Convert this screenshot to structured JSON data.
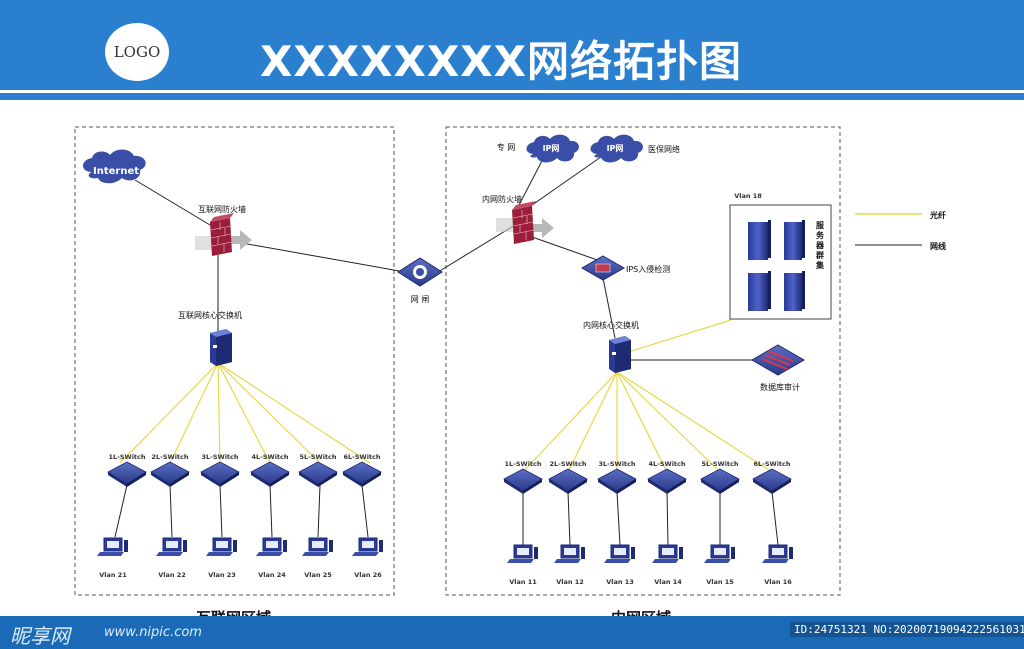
{
  "header": {
    "logo": "LOGO",
    "title": "XXXXXXXX网络拓扑图"
  },
  "regions": {
    "internet_zone": "互联网区域",
    "intranet_zone": "内网区域"
  },
  "legend": {
    "fiber": "光纤",
    "network_cable": "网线",
    "fiber_color": "#e8d84a",
    "cable_color": "#222222"
  },
  "left": {
    "cloud": "Internet",
    "firewall": "互联网防火墙",
    "core_switch": "互联网核心交换机",
    "switches": [
      "1L-SWitch",
      "2L-SWitch",
      "3L-SWitch",
      "4L-SWitch",
      "5L-SWitch",
      "6L-SWitch"
    ],
    "vlans": [
      "Vlan 21",
      "Vlan 22",
      "Vlan 23",
      "Vlan 24",
      "Vlan 25",
      "Vlan 26"
    ]
  },
  "gateway": "网 闸",
  "right": {
    "private_net": "专 网",
    "ip_cloud_1": "IP网",
    "ip_cloud_2": "IP网",
    "medical_net": "医保网络",
    "firewall": "内网防火墙",
    "ips": "IPS入侵检测",
    "core_switch": "内网核心交换机",
    "server_vlan": "Vlan 18",
    "server_cluster": "服务器群集",
    "db_audit": "数据库审计",
    "switches": [
      "1L-SWitch",
      "2L-SWitch",
      "3L-SWitch",
      "4L-SWitch",
      "5L-SWitch",
      "6L-SWitch"
    ],
    "vlans": [
      "Vlan 11",
      "Vlan 12",
      "Vlan 13",
      "Vlan 14",
      "Vlan 15",
      "Vlan 16"
    ]
  },
  "footer": {
    "watermark": "昵享网",
    "watermark_url": "www.nipic.com",
    "id_text": "ID:24751321 NO:20200719094222561031"
  }
}
